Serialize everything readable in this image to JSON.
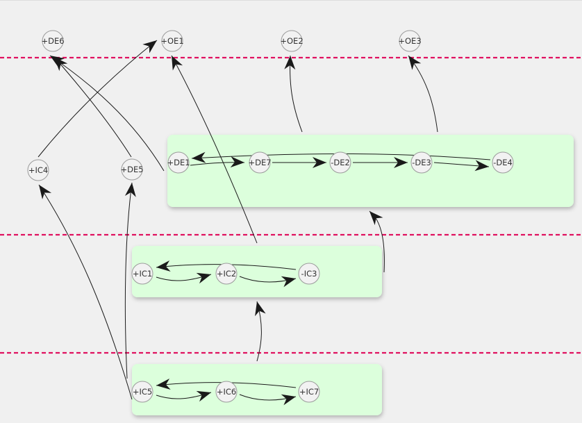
{
  "colors": {
    "background": "#f0f0f0",
    "group_fill": "#dcffdc",
    "divider": "#e0115f",
    "edge": "#1a1a1a",
    "node_fill": "#f2f2f2",
    "node_stroke": "#9a9a9a"
  },
  "nodes": [
    {
      "id": "de6",
      "label": "+DE6"
    },
    {
      "id": "oe1",
      "label": "+OE1"
    },
    {
      "id": "oe2",
      "label": "+OE2"
    },
    {
      "id": "oe3",
      "label": "+OE3"
    },
    {
      "id": "ic4",
      "label": "+IC4"
    },
    {
      "id": "de5",
      "label": "+DE5"
    },
    {
      "id": "de1",
      "label": "+DE1"
    },
    {
      "id": "de7",
      "label": "+DE7"
    },
    {
      "id": "de2",
      "label": "-DE2"
    },
    {
      "id": "de3",
      "label": "-DE3"
    },
    {
      "id": "de4",
      "label": "-DE4"
    },
    {
      "id": "ic1",
      "label": "+IC1"
    },
    {
      "id": "ic2",
      "label": "+IC2"
    },
    {
      "id": "ic3",
      "label": "-IC3"
    },
    {
      "id": "ic5",
      "label": "+IC5"
    },
    {
      "id": "ic6",
      "label": "+IC6"
    },
    {
      "id": "ic7",
      "label": "+IC7"
    }
  ]
}
